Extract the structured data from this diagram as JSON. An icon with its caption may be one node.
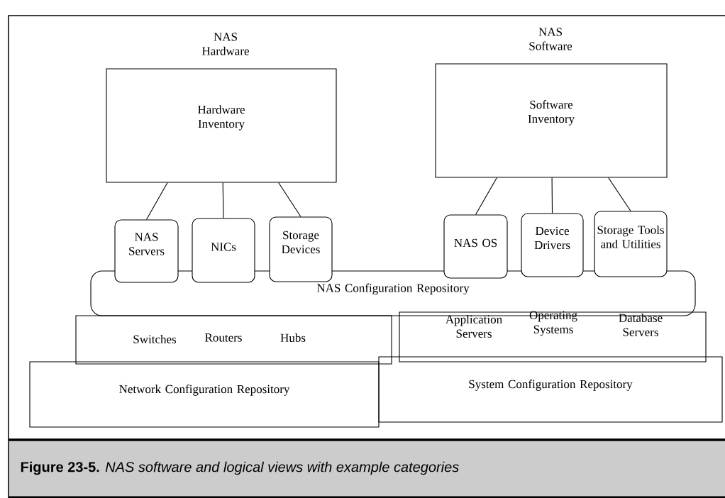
{
  "diagram": {
    "caption": "**Figure 23-5.** *NAS software and logical views with example categories*",
    "nodes": [
      {
        "text": [
          "NAS Hardware",
          "Hardware Inventory"
        ]
      },
      {
        "text": [
          "NAS Software",
          "Software Inventory"
        ]
      },
      {
        "text": [
          "NAS Servers"
        ]
      },
      {
        "text": [
          "NICs"
        ]
      },
      {
        "text": [
          "Storage Devices"
        ]
      },
      {
        "text": [
          "NAS OS"
        ]
      },
      {
        "text": [
          "Device Drivers"
        ]
      },
      {
        "text": [
          "Storage Tools and Utilities"
        ]
      },
      {
        "text": [
          "NAS Configuration Repository"
        ]
      },
      {
        "text": [
          "Switches",
          "Routers",
          "Hubs"
        ]
      },
      {
        "text": [
          "Application Servers",
          "Operating Systems",
          "Database Servers"
        ]
      },
      {
        "text": [
          "Network Configuration Repository"
        ]
      },
      {
        "text": [
          "System Configuration Repository"
        ]
      }
    ],
    "edges": [
      {
        "from": 0,
        "to": 2,
        "arrow": "none"
      },
      {
        "from": 0,
        "to": 3,
        "arrow": "none"
      },
      {
        "from": 0,
        "to": 4,
        "arrow": "none"
      },
      {
        "from": 1,
        "to": 5,
        "arrow": "none"
      },
      {
        "from": 1,
        "to": 6,
        "arrow": "none"
      },
      {
        "from": 1,
        "to": 7,
        "arrow": "none"
      }
    ]
  }
}
